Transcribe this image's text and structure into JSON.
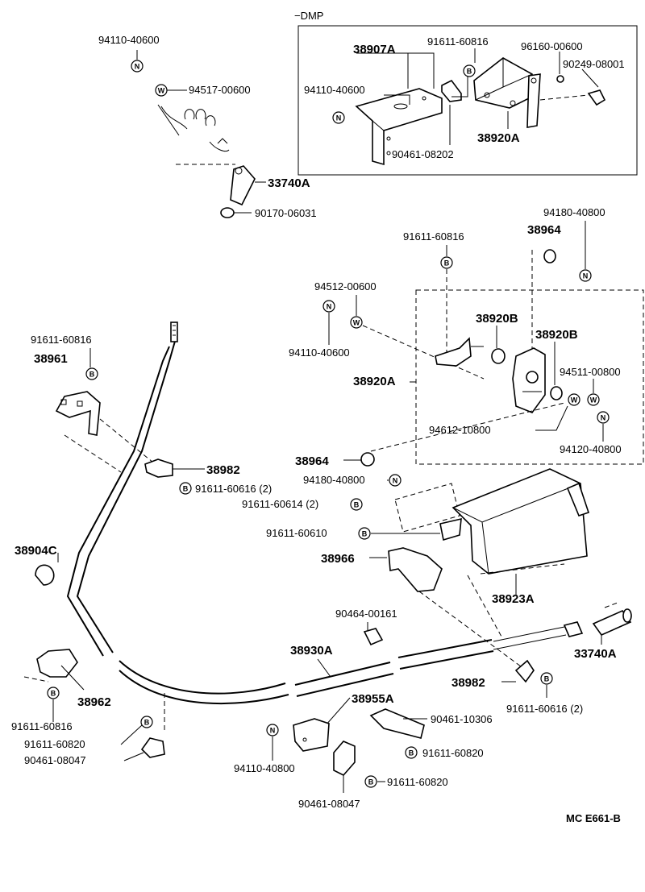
{
  "diagram": {
    "section_label": "−DMP",
    "drawing_code": "MC E661-B",
    "labels": {
      "l01": "94110-40600",
      "l02": "94517-00600",
      "l03": "33740A",
      "l04": "90170-06031",
      "l05": "38907A",
      "l06": "91611-60816",
      "l07": "96160-00600",
      "l08": "90249-08001",
      "l09": "94110-40600",
      "l10": "38920A",
      "l11": "90461-08202",
      "l12": "94180-40800",
      "l13": "91611-60816",
      "l14": "38964",
      "l15": "94512-00600",
      "l16": "94110-40600",
      "l17": "38920B",
      "l18": "38920B",
      "l19": "94511-00800",
      "l20": "38920A",
      "l21": "94612-10800",
      "l22": "94120-40800",
      "l23": "91611-60816",
      "l24": "38961",
      "l25": "38982",
      "l26": "91611-60616 (2)",
      "l27": "38964",
      "l28": "94180-40800",
      "l29": "91611-60614 (2)",
      "l30": "91611-60610",
      "l31": "38904C",
      "l32": "38966",
      "l33": "38923A",
      "l34": "90464-00161",
      "l35": "38930A",
      "l36": "33740A",
      "l37": "38982",
      "l38": "91611-60616 (2)",
      "l39": "38962",
      "l40": "91611-60816",
      "l41": "91611-60820",
      "l42": "90461-08047",
      "l43": "38955A",
      "l44": "90461-10306",
      "l45": "94110-40800",
      "l46": "91611-60820",
      "l47": "91611-60820",
      "l48": "90461-08047"
    },
    "badge_letters": {
      "n": "N",
      "w": "W",
      "b": "B"
    }
  }
}
